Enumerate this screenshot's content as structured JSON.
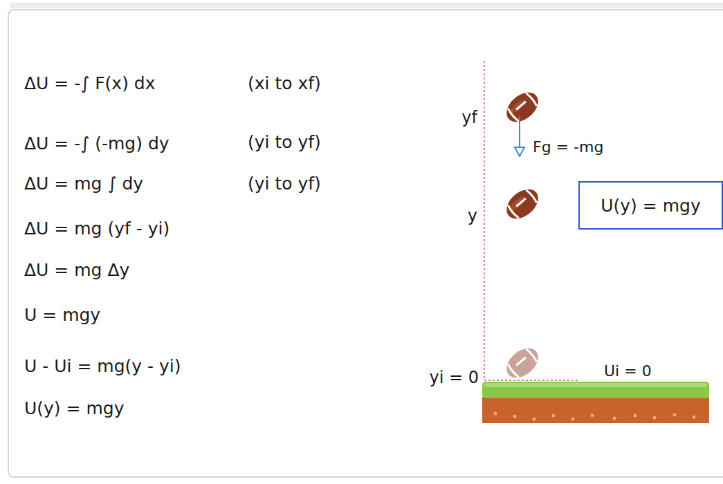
{
  "diagram": {
    "nodes": [
      {
        "text": [
          "U(y) = mgy"
        ]
      }
    ],
    "labels": [
      "ΔU = -∫ F(x) dx",
      "(xi to xf)",
      "ΔU = -∫ (-mg) dy",
      "(yi to yf)",
      "ΔU = mg ∫ dy",
      "(yi to yf)",
      "ΔU = mg (yf - yi)",
      "ΔU = mg Δy",
      "U = mgy",
      "U - Ui = mg(y - yi)",
      "U(y) = mgy",
      "yf",
      "Fg = -mg",
      "y",
      "yi = 0",
      "Ui = 0"
    ]
  }
}
